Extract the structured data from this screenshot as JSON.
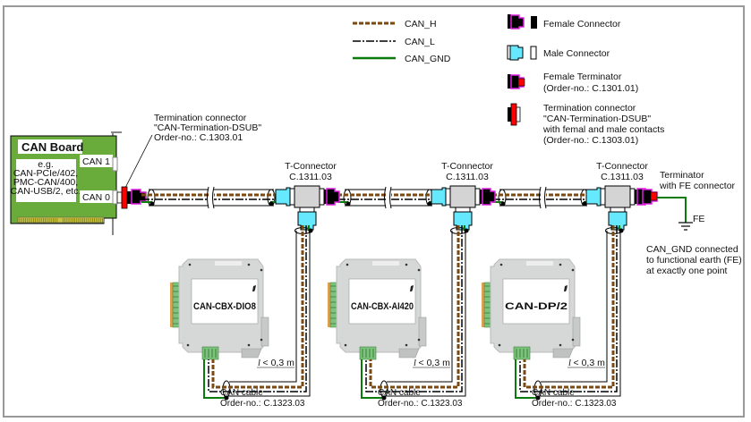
{
  "legend": {
    "lines": [
      {
        "label": "CAN_H",
        "color": "#7a4a12",
        "style": "dashed"
      },
      {
        "label": "CAN_L",
        "color": "#000000",
        "style": "dash-dot"
      },
      {
        "label": "CAN_GND",
        "color": "#0a7a0a",
        "style": "solid"
      }
    ],
    "connectors": [
      {
        "label": "Female Connector",
        "lines": [
          "Female Connector"
        ]
      },
      {
        "label": "Male Connector",
        "lines": [
          "Male Connector"
        ]
      },
      {
        "label": "Female Terminator",
        "lines": [
          "Female Terminator",
          "(Order-no.: C.1301.01)"
        ]
      },
      {
        "label": "Termination connector",
        "lines": [
          "Termination connector",
          "\"CAN-Termination-DSUB\"",
          "with femal and male contacts",
          "(Order-no.: C.1303.01)"
        ]
      }
    ]
  },
  "can_board": {
    "title": "CAN Board",
    "examples": [
      "e.g.",
      "CAN-PCIe/402,",
      "PMC-CAN/400,",
      "CAN-USB/2, etc."
    ],
    "ports": [
      "CAN 1",
      "CAN 0"
    ]
  },
  "termination_label": [
    "Termination connector",
    "\"CAN-Termination-DSUB\"",
    "Order-no.: C.1303.01"
  ],
  "t_connectors": [
    {
      "name": "T-Connector",
      "order": "C.1311.03"
    },
    {
      "name": "T-Connector",
      "order": "C.1311.03"
    },
    {
      "name": "T-Connector",
      "order": "C.1311.03"
    }
  ],
  "terminator_label": [
    "Terminator",
    "with FE connector"
  ],
  "fe_label": "FE",
  "gnd_note": [
    "CAN_GND connected",
    "to functional earth (FE)",
    "at exactly one point"
  ],
  "devices": [
    {
      "name": "CAN-CBX-DIO8",
      "length": "< 0,3 m",
      "cable": "CAN cable",
      "order": "Order-no.: C.1323.03"
    },
    {
      "name": "CAN-CBX-AI420",
      "length": "< 0,3 m",
      "cable": "CAN cable",
      "order": "Order-no.: C.1323.03"
    },
    {
      "name": "CAN-DP/2",
      "length": "< 0,3 m",
      "cable": "CAN cable",
      "order": "Order-no.: C.1323.03"
    }
  ],
  "length_symbol": "l",
  "colors": {
    "can_h": "#7a4a12",
    "can_l": "#000000",
    "can_gnd": "#0a7a0a",
    "female": "#e020e0",
    "male": "#66e8ff",
    "terminator": "#ff0000",
    "board": "#6aac3c",
    "tee": "#d4d4d4",
    "device": "#d6d8d8"
  }
}
